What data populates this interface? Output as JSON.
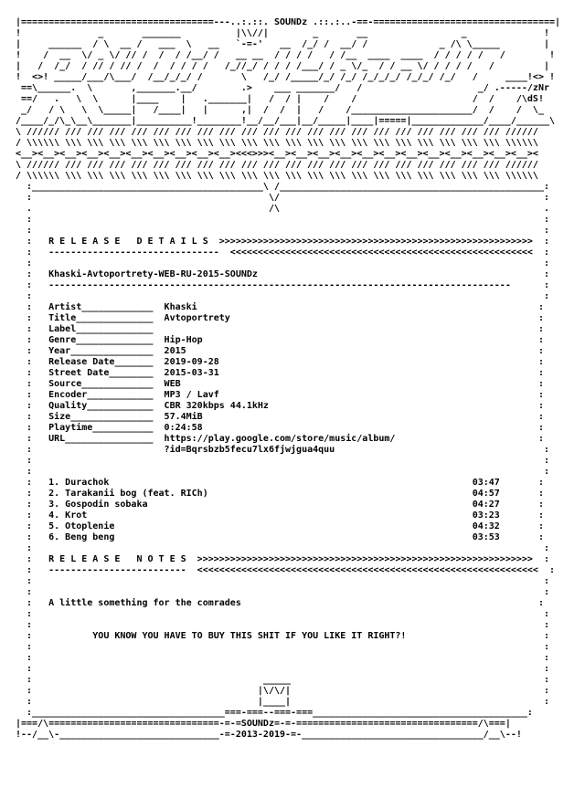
{
  "document": {
    "lines": [
      "|===================================---..:.::. SOUNDz .::.:..-==-=================================|",
      "!              _       _______          |\\\\//|        _       __                 _              !",
      "|     ______  / \\  __ /   ___  \\   __   `-=-'   __  /_/ /  __/ /             _ /\\ \\_____        |",
      "!    /  __  \\/ _ \\/ // /  /  / /__/ /   __ __  / / / /   / /__  ____  ____  / / / / /   /        !",
      "|   /  /_/  / // / // /  /  / / / /   /_//_/ / / / /___/ / _ \\/_  / / __ \\/ / / / /   /         |",
      "!  <>! _____/___/\\___/  /__/_/_/ /       \\   /_/ /_____/_/ /_/ /_/_/_/ /_/_/ /_/   /     ____!<> !",
      " ==\\______.  \\       ,_______.__/        .>    ___ _______/   /                     _/ .-----/zNr",
      " ==/   .   \\  \\      |____    |   ._______|   /  / |    /    /                     /  /    /\\dS!",
      " _/   / \\   \\  \\_____|   /____|   |      ,|  /  /  |   /    /______________________/  /    /  \\_",
      "/____/_/\\_\\__\\_______|__________!________!__/__/___|__/_____|____|=====|_____________/____/______\\",
      "\\ ////// /// /// /// /// /// /// /// /// /// /// /// /// /// /// /// /// /// /// /// /// //////",
      "/ \\\\\\\\\\\\ \\\\\\ \\\\\\ \\\\\\ \\\\\\ \\\\\\ \\\\\\ \\\\\\ \\\\\\ \\\\\\ \\\\\\ \\\\\\ \\\\\\ \\\\\\ \\\\\\ \\\\\\ \\\\\\ \\\\\\ \\\\\\ \\\\\\ \\\\\\ \\\\\\\\\\\\",
      "<__><__><__><__><__><__><__><__><__><__><<<>>><__><__><__><__><__><__><__><__><__><__><__><__><",
      "\\ ////// /// /// /// /// /// /// /// /// /// /// /// /// /// /// /// /// /// /// /// /// //////",
      "/ \\\\\\\\\\\\ \\\\\\ \\\\\\ \\\\\\ \\\\\\ \\\\\\ \\\\\\ \\\\\\ \\\\\\ \\\\\\ \\\\\\ \\\\\\ \\\\\\ \\\\\\ \\\\\\ \\\\\\ \\\\\\ \\\\\\ \\\\\\ \\\\\\ \\\\\\ \\\\\\\\\\\\",
      "  :__________________________________________\\ /________________________________________________:",
      "  :                                           \\/                                                :",
      "  .                                           /\\                                                .",
      "  :                                                                                             :",
      "  :                                                                                             :",
      "  :   R E L E A S E   D E T A I L S  >>>>>>>>>>>>>>>>>>>>>>>>>>>>>>>>>>>>>>>>>>>>>>>>>>>>>>>>>  :",
      "  :   -------------------------------  <<<<<<<<<<<<<<<<<<<<<<<<<<<<<<<<<<<<<<<<<<<<<<<<<<<<<<<  :",
      "  :                                                                                             :",
      "  :   Khaski-Avtoportrety-WEB-RU-2015-SOUNDz                                                    :",
      "  :   ------------------------------------------------------------------------------------      :",
      "  :                                                                                             :",
      "  :   Artist_____________  Khaski                                                              :",
      "  :   Title______________  Avtoportrety                                                        :",
      "  :   Label______________                                                                      :",
      "  :   Genre______________  Hip-Hop                                                             :",
      "  :   Year_______________  2015                                                                :",
      "  :   Release Date_______  2019-09-28                                                          :",
      "  :   Street Date________  2015-03-31                                                          :",
      "  :   Source_____________  WEB                                                                 :",
      "  :   Encoder____________  MP3 / Lavf                                                          :",
      "  :   Quality____________  CBR 320kbps 44.1kHz                                                 :",
      "  :   Size_______________  57.4MiB                                                             :",
      "  :   Playtime___________  0:24:58                                                             :",
      "  :   URL________________  https://play.google.com/store/music/album/                          :",
      "  :                        ?id=Bqrsbzb5fecu7lx6fjwjgua4quu                                      :",
      "  :                                                                                             :",
      "  :                                                                                             :",
      "  :   1. Durachok                                                                  03:47       :",
      "  :   2. Tarakanii bog (feat. RICh)                                                04:57       :",
      "  :   3. Gospodin sobaka                                                           04:27       :",
      "  :   4. Krot                                                                      03:23       :",
      "  :   5. Otoplenie                                                                 04:32       :",
      "  :   6. Beng beng                                                                 03:53       :",
      "  :                                                                                             :",
      "  :   R E L E A S E   N O T E S  >>>>>>>>>>>>>>>>>>>>>>>>>>>>>>>>>>>>>>>>>>>>>>>>>>>>>>>>>>>>>  :",
      "  :   -------------------------  <<<<<<<<<<<<<<<<<<<<<<<<<<<<<<<<<<<<<<<<<<<<<<<<<<<<<<<<<<<<<<  :",
      "  :                                                                                             :",
      "  :                                                                                             :",
      "  :   A little something for the comrades                                                      :",
      "  :                                                                                             :",
      "  :                                                                                             :",
      "  :           YOU KNOW YOU HAVE TO BUY THIS SHIT IF YOU LIKE IT RIGHT?!                         :",
      "  :                                                                                             :",
      "  :                                                                                             :",
      "  :                                                                                             :",
      "  :                                          _____                                              :",
      "  :                                         |\\/\\/|                                              :",
      "  :                                         |____|                                              :",
      "  :___________________________________===-===--===-===_______________________________________:",
      "|===/\\===============================-=-=SOUNDz=-=-=================================/\\===|",
      "!--/__\\-_____________________________-=-2013-2019-=-_________________________________/__\\--!"
    ]
  }
}
